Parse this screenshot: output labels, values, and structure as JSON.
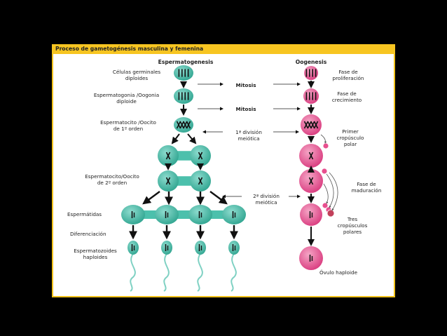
{
  "title": "Proceso de gametogénesis masculina y femenina",
  "headers": {
    "left": "Espermatogenesis",
    "right": "Oogenesis"
  },
  "left_labels": {
    "germinales": [
      "Células germinales",
      "diploides"
    ],
    "espermatogonia": [
      "Espermatogonia /Oogonia",
      "diploide"
    ],
    "primer_orden": [
      "Espermatocito /Oocito",
      "de 1º orden"
    ],
    "segundo_orden": [
      "Espermatocito/Oocito",
      "de 2º orden"
    ],
    "espermatidas": "Espermátidas",
    "diferenciacion": "Diferenciación",
    "espermatozoides": [
      "Espermatozoides",
      "haploides"
    ]
  },
  "center_labels": {
    "mitosis1": "Mitosis",
    "mitosis2": "Mitosis",
    "meiosis1": [
      "1ª división",
      "meiótica"
    ],
    "meiosis2": [
      "2ª división",
      "meiótica"
    ]
  },
  "right_labels": {
    "proliferacion": [
      "Fase de",
      "proliferación"
    ],
    "crecimiento": [
      "Fase de",
      "crecimiento"
    ],
    "primer_corpusculo": [
      "Primer",
      "cropúsculo",
      "polar"
    ],
    "maduracion": [
      "Fase de",
      "maduración"
    ],
    "tres_corpusculos": [
      "Tres",
      "cropúsculos",
      "polares"
    ],
    "ovulo": "Óvulo haploide"
  },
  "colors": {
    "background": "#000000",
    "title_bar": "#f7c521",
    "male_cell": "#3fb8a3",
    "male_cell_light": "#8edccf",
    "female_cell": "#e8508f",
    "female_cell_light": "#f5a6c6",
    "sperm_tail": "#7fd1c3",
    "arrow": "#111111"
  }
}
